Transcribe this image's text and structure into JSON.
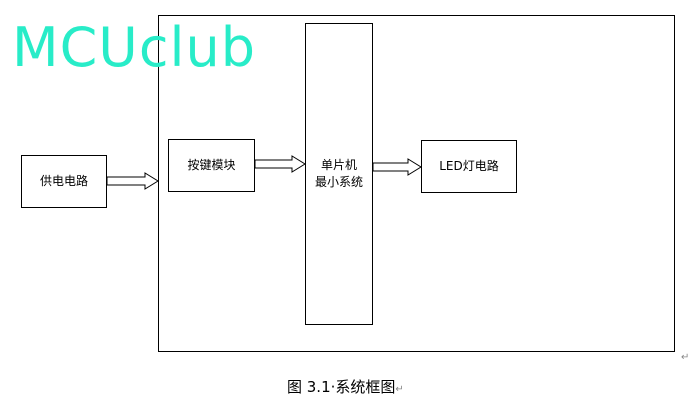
{
  "watermark": "MCUclub",
  "blocks": {
    "power": "供电电路",
    "keys": "按键模块",
    "mcu_line1": "单片机",
    "mcu_line2": "最小系统",
    "led": "LED灯电路"
  },
  "caption": "图 3.1·系统框图",
  "paragraph_mark": "↵"
}
